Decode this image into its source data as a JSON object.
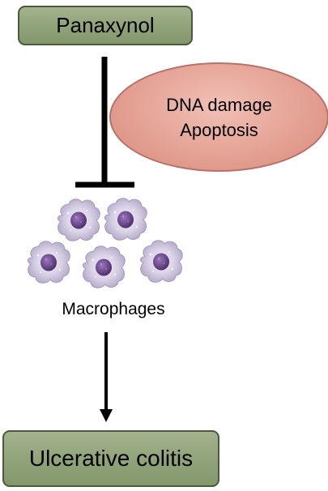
{
  "nodes": {
    "top": "Panaxynol",
    "effect_line1": "DNA damage",
    "effect_line2": "Apoptosis",
    "cells": "Macrophages",
    "bottom": "Ulcerative colitis"
  },
  "colors": {
    "green_box": "#8fa177",
    "green_border": "#4a5a3c",
    "effect_fill": "#e4a294",
    "effect_border": "#b8706a",
    "cell_body": "#d6cfe4",
    "cell_nucleus": "#6d4a8e"
  },
  "icons": [
    "macrophage-cell-icon"
  ]
}
